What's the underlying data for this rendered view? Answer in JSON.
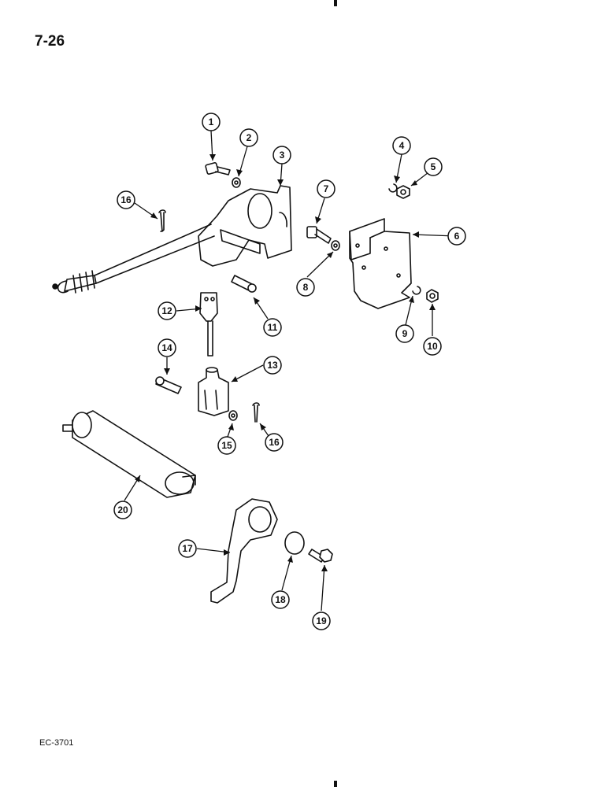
{
  "page": {
    "number": "7-26",
    "doc_code": "EC-3701"
  },
  "callouts": [
    "1",
    "2",
    "3",
    "4",
    "5",
    "6",
    "7",
    "8",
    "9",
    "10",
    "11",
    "12",
    "13",
    "14",
    "15",
    "16",
    "16",
    "17",
    "18",
    "19",
    "20"
  ],
  "colors": {
    "ink": "#111111",
    "background": "#ffffff"
  }
}
